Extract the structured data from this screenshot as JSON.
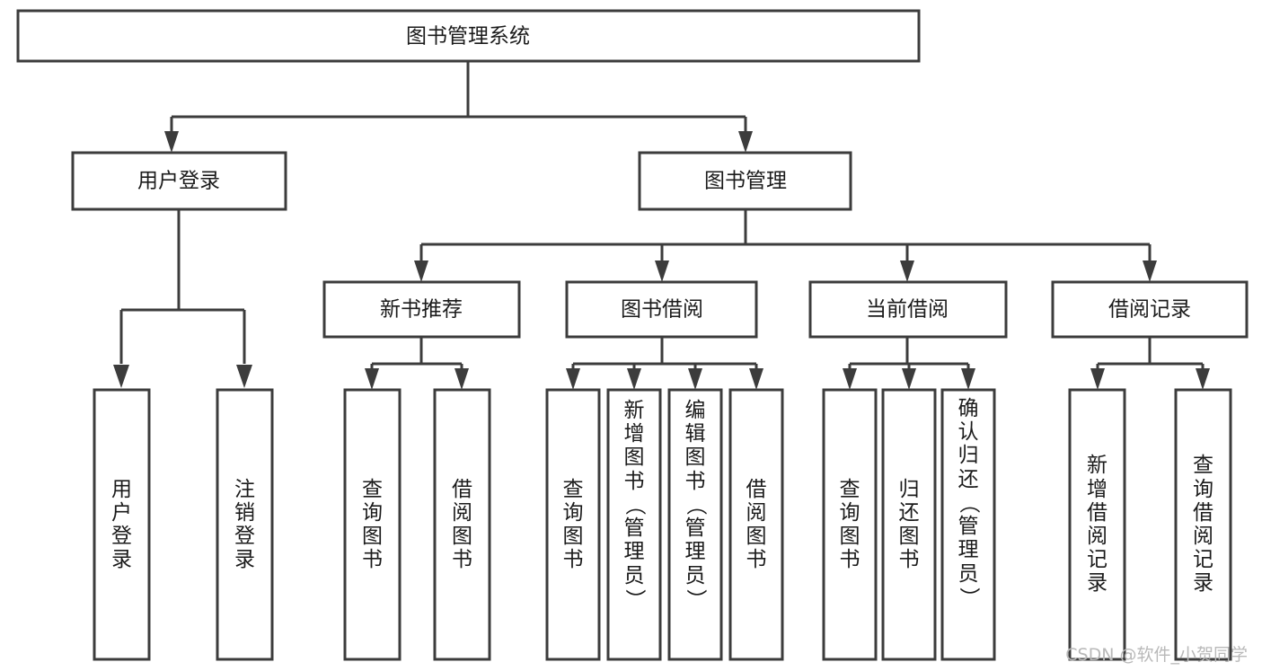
{
  "diagram": {
    "title": "图书管理系统",
    "type": "tree-hierarchy-diagram",
    "colors": {
      "box_stroke": "#3c3c3c",
      "box_fill": "#ffffff",
      "text": "#1b1b1b",
      "background": "#ffffff",
      "watermark": "#b9b9b9"
    },
    "root": {
      "label": "图书管理系统"
    },
    "level2": [
      {
        "label": "用户登录"
      },
      {
        "label": "图书管理"
      }
    ],
    "level3": [
      {
        "label": "新书推荐"
      },
      {
        "label": "图书借阅"
      },
      {
        "label": "当前借阅"
      },
      {
        "label": "借阅记录"
      }
    ],
    "leaves": {
      "user_login": [
        {
          "label": "用户登录"
        },
        {
          "label": "注销登录"
        }
      ],
      "new_book_recommend": [
        {
          "label": "查询图书"
        },
        {
          "label": "借阅图书"
        }
      ],
      "book_borrow": [
        {
          "label": "查询图书"
        },
        {
          "label": "新增图书（管理员）"
        },
        {
          "label": "编辑图书（管理员）"
        },
        {
          "label": "借阅图书"
        }
      ],
      "current_borrow": [
        {
          "label": "查询图书"
        },
        {
          "label": "归还图书"
        },
        {
          "label": "确认归还（管理员）"
        }
      ],
      "borrow_records": [
        {
          "label": "新增借阅记录"
        },
        {
          "label": "查询借阅记录"
        }
      ]
    }
  },
  "watermark": {
    "text": "CSDN @软件_小贺同学"
  }
}
